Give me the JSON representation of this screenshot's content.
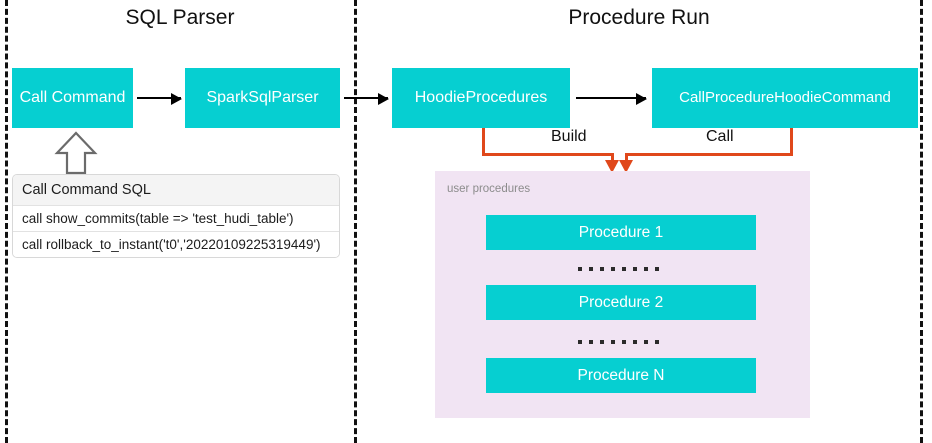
{
  "diagram": {
    "sections": [
      {
        "title": "SQL Parser"
      },
      {
        "title": "Procedure Run"
      }
    ],
    "nodes": {
      "call_command": "Call Command",
      "spark_sql_parser": "SparkSqlParser",
      "hoodie_procedures": "HoodieProcedures",
      "call_procedure_hoodie_command": "CallProcedureHoodieCommand"
    },
    "edge_labels": {
      "build": "Build",
      "call": "Call"
    },
    "sql_table": {
      "header": "Call Command SQL",
      "rows": [
        "call show_commits(table => 'test_hudi_table')",
        "call rollback_to_instant('t0','20220109225319449')"
      ]
    },
    "user_procedures": {
      "label": "user procedures",
      "items": [
        "Procedure 1",
        "Procedure 2",
        "Procedure N"
      ]
    },
    "colors": {
      "node_fill": "#06cfd1",
      "node_text": "#ffffff",
      "panel_fill": "#f1e4f3",
      "connector": "#e0481b",
      "divider": "#111111"
    }
  }
}
